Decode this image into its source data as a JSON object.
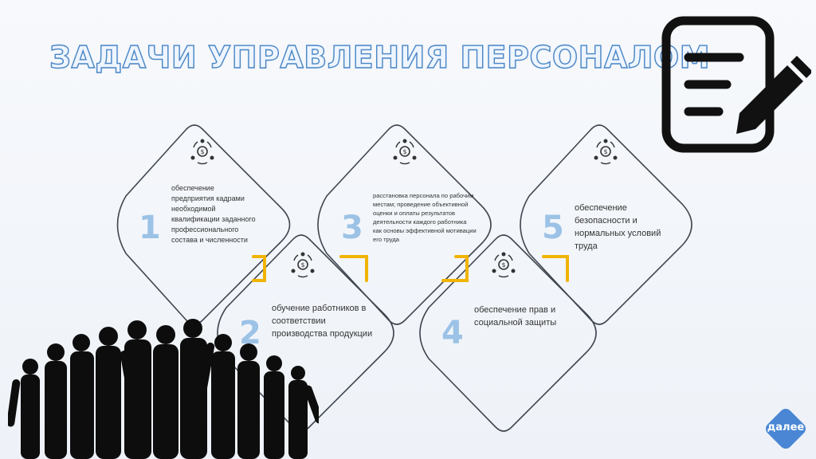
{
  "slide": {
    "title": "ЗАДАЧИ УПРАВЛЕНИЯ ПЕРСОНАЛОМ",
    "tasks": [
      {
        "number": "1",
        "text": "обеспечение предприятия кадрами необходимой квалификации заданного профессионального состава и численности"
      },
      {
        "number": "2",
        "text": "обучение работников в соответствии производства продукции"
      },
      {
        "number": "3",
        "text": "расстановка персонала по рабочим местам; проведение объективной оценки и оплаты результатов деятельности каждого работника как основы эффективной мотивации его труда"
      },
      {
        "number": "4",
        "text": "обеспечение прав и социальной защиты"
      },
      {
        "number": "5",
        "text": "обеспечение безопасности и нормальных условий труда"
      }
    ],
    "next_button": "далее"
  },
  "icons": {
    "task_icon": "people-money-icon",
    "document_icon": "document-edit-icon",
    "crowd": "people-silhouettes"
  },
  "colors": {
    "title_outline": "#4a86c5",
    "number": "#9cc2e6",
    "accent": "#f0b400",
    "outline": "#404650",
    "next_button": "#4a86d4"
  }
}
